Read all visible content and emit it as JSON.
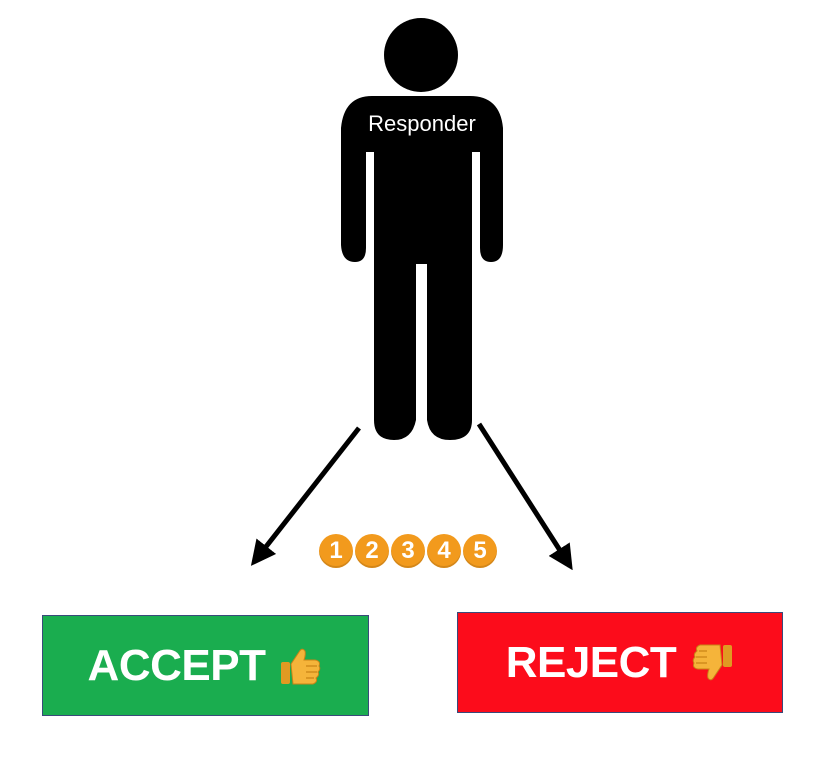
{
  "figure": {
    "label": "Responder"
  },
  "steps": [
    "1",
    "2",
    "3",
    "4",
    "5"
  ],
  "choices": {
    "accept": {
      "label": "ACCEPT",
      "icon": "thumbs-up-icon",
      "color": "#1aad4f"
    },
    "reject": {
      "label": "REJECT",
      "icon": "thumbs-down-icon",
      "color": "#fc0c1b"
    }
  },
  "colors": {
    "figure": "#000000",
    "steps": "#f29a1d",
    "thumb": "#f5b43a"
  }
}
